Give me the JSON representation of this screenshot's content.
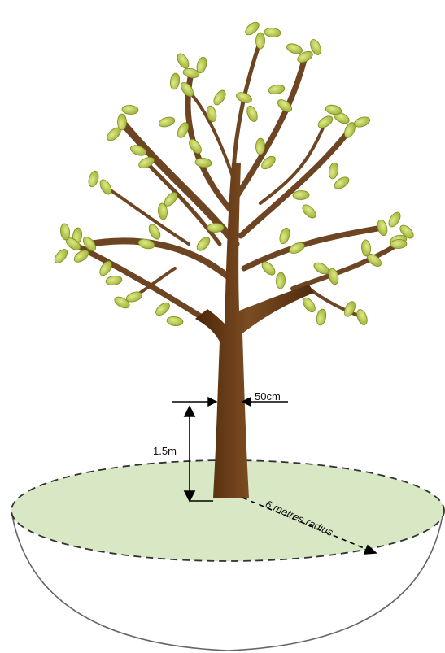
{
  "labels": {
    "trunk_girth": "50cm",
    "measure_height": "1.5m",
    "root_radius": "6 metres radius"
  },
  "colors": {
    "ground_disc": "#d8e8c4",
    "bowl_outline": "#555555",
    "dashed_edge": "#333333",
    "trunk_dark": "#5c3211",
    "trunk_light": "#8a5a2b",
    "branch": "#6e4523",
    "leaf": "#a8b63a",
    "leaf_highlight": "#e0eb8a",
    "dimension_line": "#000000"
  },
  "icons": [
    "tree-illustration",
    "leaf-icon"
  ]
}
